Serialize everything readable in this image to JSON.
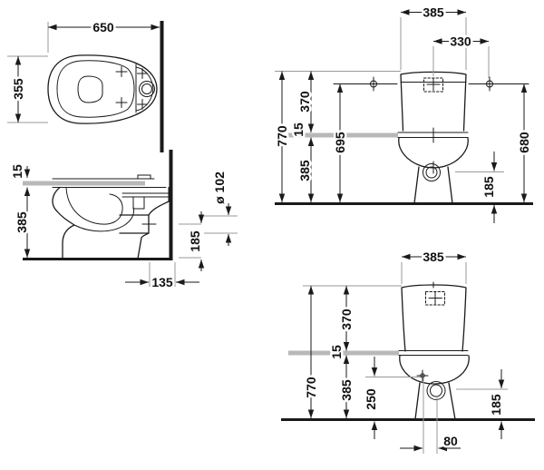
{
  "drawing": {
    "colors": {
      "line": "#1a1a1a",
      "extension_line": "#999999",
      "seat_reference_line": "#b8b8b8",
      "background": "#ffffff"
    },
    "views": {
      "top_view": {
        "dims": {
          "overall_width": "650",
          "overall_depth": "355"
        }
      },
      "side_view": {
        "dims": {
          "seat_thickness": "15",
          "rim_height": "385",
          "outlet_diameter": "ø 102",
          "outlet_center_height": "185",
          "outlet_to_wall": "135"
        }
      },
      "front_view": {
        "dims": {
          "cistern_width": "385",
          "center_to_hole": "330",
          "total_height": "770",
          "cistern_top_to_seat": "370",
          "seat_thickness": "15",
          "rim_height": "385",
          "hole_height": "695",
          "wall_hole_height": "680",
          "outlet_center_height": "185"
        }
      },
      "rear_view": {
        "dims": {
          "cistern_width": "385",
          "total_height": "770",
          "cistern_top_to_seat": "370",
          "seat_thickness": "15",
          "rim_height": "385",
          "fixing_hole_height": "250",
          "outlet_center_height": "185",
          "fixing_to_outlet": "80"
        }
      }
    }
  }
}
